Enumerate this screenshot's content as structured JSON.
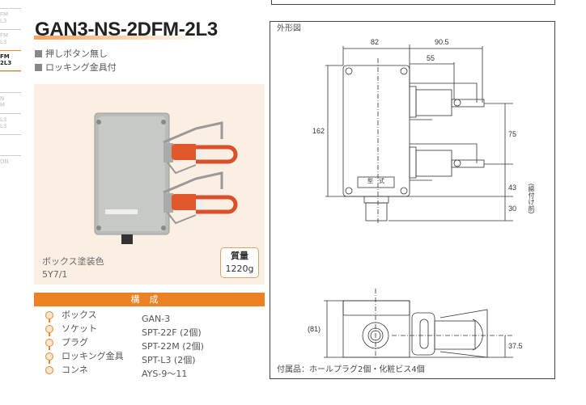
{
  "sidebar": {
    "items": [
      {
        "label": "FM\nL3",
        "active": false
      },
      {
        "label": "FM\nL3",
        "active": false
      },
      {
        "label": "FM\n2L3",
        "active": true
      },
      {
        "label": "\n",
        "active": false
      },
      {
        "label": "N\nM",
        "active": false
      },
      {
        "label": "L3\nL3",
        "active": false
      },
      {
        "label": "\n",
        "active": false
      },
      {
        "label": "ON",
        "active": false
      }
    ]
  },
  "product": {
    "title": "GAN3-NS-2DFM-2L3",
    "features": [
      "押しボタン無し",
      "ロッキング金具付"
    ],
    "paint_label": "ボックス塗装色",
    "paint_value": "5Y7/1",
    "weight_label": "質量",
    "weight_value": "1220g"
  },
  "composition": {
    "header": "構成",
    "rows": [
      {
        "name": "ボックス",
        "value": "GAN-3"
      },
      {
        "name": "ソケット",
        "value": "SPT-22F (2個)"
      },
      {
        "name": "プラグ",
        "value": "SPT-22M (2個)"
      },
      {
        "name": "ロッキング金具",
        "value": "SPT-L3 (2個)"
      },
      {
        "name": "コンネ",
        "value": "AYS-9〜11"
      }
    ]
  },
  "drawing": {
    "label": "外形図",
    "dims": {
      "w82": "82",
      "w905": "90.5",
      "w55": "55",
      "h162": "162",
      "h75": "75",
      "h43": "43",
      "h30": "30",
      "note": "(締付け前)",
      "h81": "(81)",
      "h375": "37.5",
      "plate": "型　式"
    },
    "accessories": "付属品：ホールプラグ2個・化粧ビス4個"
  },
  "colors": {
    "accent": "#ec8124"
  }
}
